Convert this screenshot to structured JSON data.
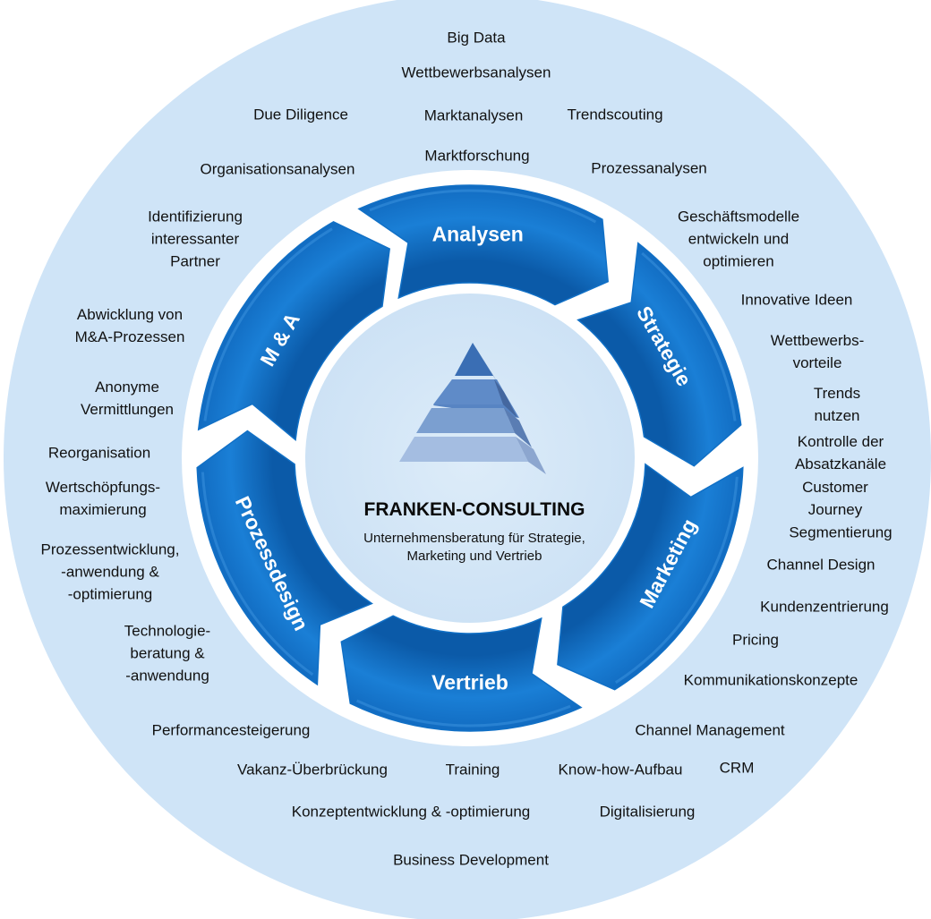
{
  "colors": {
    "outer_ring": "#cfe4f7",
    "inner_disc": "#d3e6f7",
    "segment_fill": "#1170c6",
    "segment_dark": "#0a4f95",
    "segment_light": "#3a92de",
    "pyramid": [
      "#3a6eb4",
      "#5784c3",
      "#7b9fd0",
      "#a4bde1"
    ]
  },
  "center": {
    "title": "FRANKEN-CONSULTING",
    "subtitle": "Unternehmensberatung für Strategie,\nMarketing und Vertrieb"
  },
  "segments": [
    {
      "id": "analysen",
      "label": "Analysen"
    },
    {
      "id": "strategie",
      "label": "Strategie"
    },
    {
      "id": "marketing",
      "label": "Marketing"
    },
    {
      "id": "vertrieb",
      "label": "Vertrieb"
    },
    {
      "id": "prozessdesign",
      "label": "Prozessdesign"
    },
    {
      "id": "ma",
      "label": "M & A"
    }
  ],
  "labels": [
    {
      "id": "big-data",
      "text": "Big Data"
    },
    {
      "id": "wettbewerbsanalysen",
      "text": "Wettbewerbsanalysen"
    },
    {
      "id": "due-diligence",
      "text": "Due Diligence"
    },
    {
      "id": "marktanalysen",
      "text": "Marktanalysen"
    },
    {
      "id": "trendscouting",
      "text": "Trendscouting"
    },
    {
      "id": "marktforschung",
      "text": "Marktforschung"
    },
    {
      "id": "organisationsanalysen",
      "text": "Organisationsanalysen"
    },
    {
      "id": "prozessanalysen",
      "text": "Prozessanalysen"
    },
    {
      "id": "identifizierung-partner",
      "text": "Identifizierung\ninteressanter\nPartner"
    },
    {
      "id": "geschaeftsmodelle",
      "text": "Geschäftsmodelle\nentwickeln und\noptimieren"
    },
    {
      "id": "innovative-ideen",
      "text": "Innovative Ideen"
    },
    {
      "id": "abwicklung-ma",
      "text": "Abwicklung von\nM&A-Prozessen"
    },
    {
      "id": "wettbewerbsvorteile",
      "text": "Wettbewerbs-\nvorteile"
    },
    {
      "id": "anonyme-vermittlungen",
      "text": "Anonyme\nVermittlungen"
    },
    {
      "id": "trends-nutzen",
      "text": "Trends nutzen"
    },
    {
      "id": "kontrolle-absatzkanaele",
      "text": "Kontrolle der\nAbsatzkanäle"
    },
    {
      "id": "reorganisation",
      "text": "Reorganisation"
    },
    {
      "id": "wertschoepfungsmaximierung",
      "text": "Wertschöpfungs-\nmaximierung"
    },
    {
      "id": "customer-journey",
      "text": "Customer Journey"
    },
    {
      "id": "segmentierung",
      "text": "Segmentierung"
    },
    {
      "id": "prozessentwicklung",
      "text": "Prozessentwicklung,\n-anwendung &\n-optimierung"
    },
    {
      "id": "channel-design",
      "text": "Channel Design"
    },
    {
      "id": "kundenzentrierung",
      "text": "Kundenzentrierung"
    },
    {
      "id": "technologieberatung",
      "text": "Technologie-\nberatung &\n-anwendung"
    },
    {
      "id": "pricing",
      "text": "Pricing"
    },
    {
      "id": "kommunikationskonzepte",
      "text": "Kommunikationskonzepte"
    },
    {
      "id": "performancesteigerung",
      "text": "Performancesteigerung"
    },
    {
      "id": "channel-management",
      "text": "Channel Management"
    },
    {
      "id": "vakanz-ueberbrueckung",
      "text": "Vakanz-Überbrückung"
    },
    {
      "id": "training",
      "text": "Training"
    },
    {
      "id": "know-how-aufbau",
      "text": "Know-how-Aufbau"
    },
    {
      "id": "crm",
      "text": "CRM"
    },
    {
      "id": "konzeptentwicklung",
      "text": "Konzeptentwicklung & -optimierung"
    },
    {
      "id": "digitalisierung",
      "text": "Digitalisierung"
    },
    {
      "id": "business-development",
      "text": "Business Development"
    }
  ]
}
